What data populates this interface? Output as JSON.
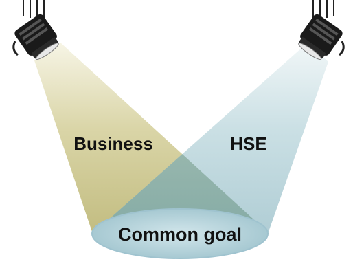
{
  "diagram": {
    "left_beam_label": "Business",
    "right_beam_label": "HSE",
    "center_label": "Common goal"
  },
  "colors": {
    "left_beam": "#c9c48a",
    "right_beam": "#b9d3da",
    "overlap": "#8fb2b0",
    "ellipse_fill": "#bcd8e0",
    "ellipse_stroke": "#9fc3cf",
    "spotlight_body": "#1a1a1a"
  },
  "icons": [
    "spotlight-left-icon",
    "spotlight-right-icon"
  ]
}
